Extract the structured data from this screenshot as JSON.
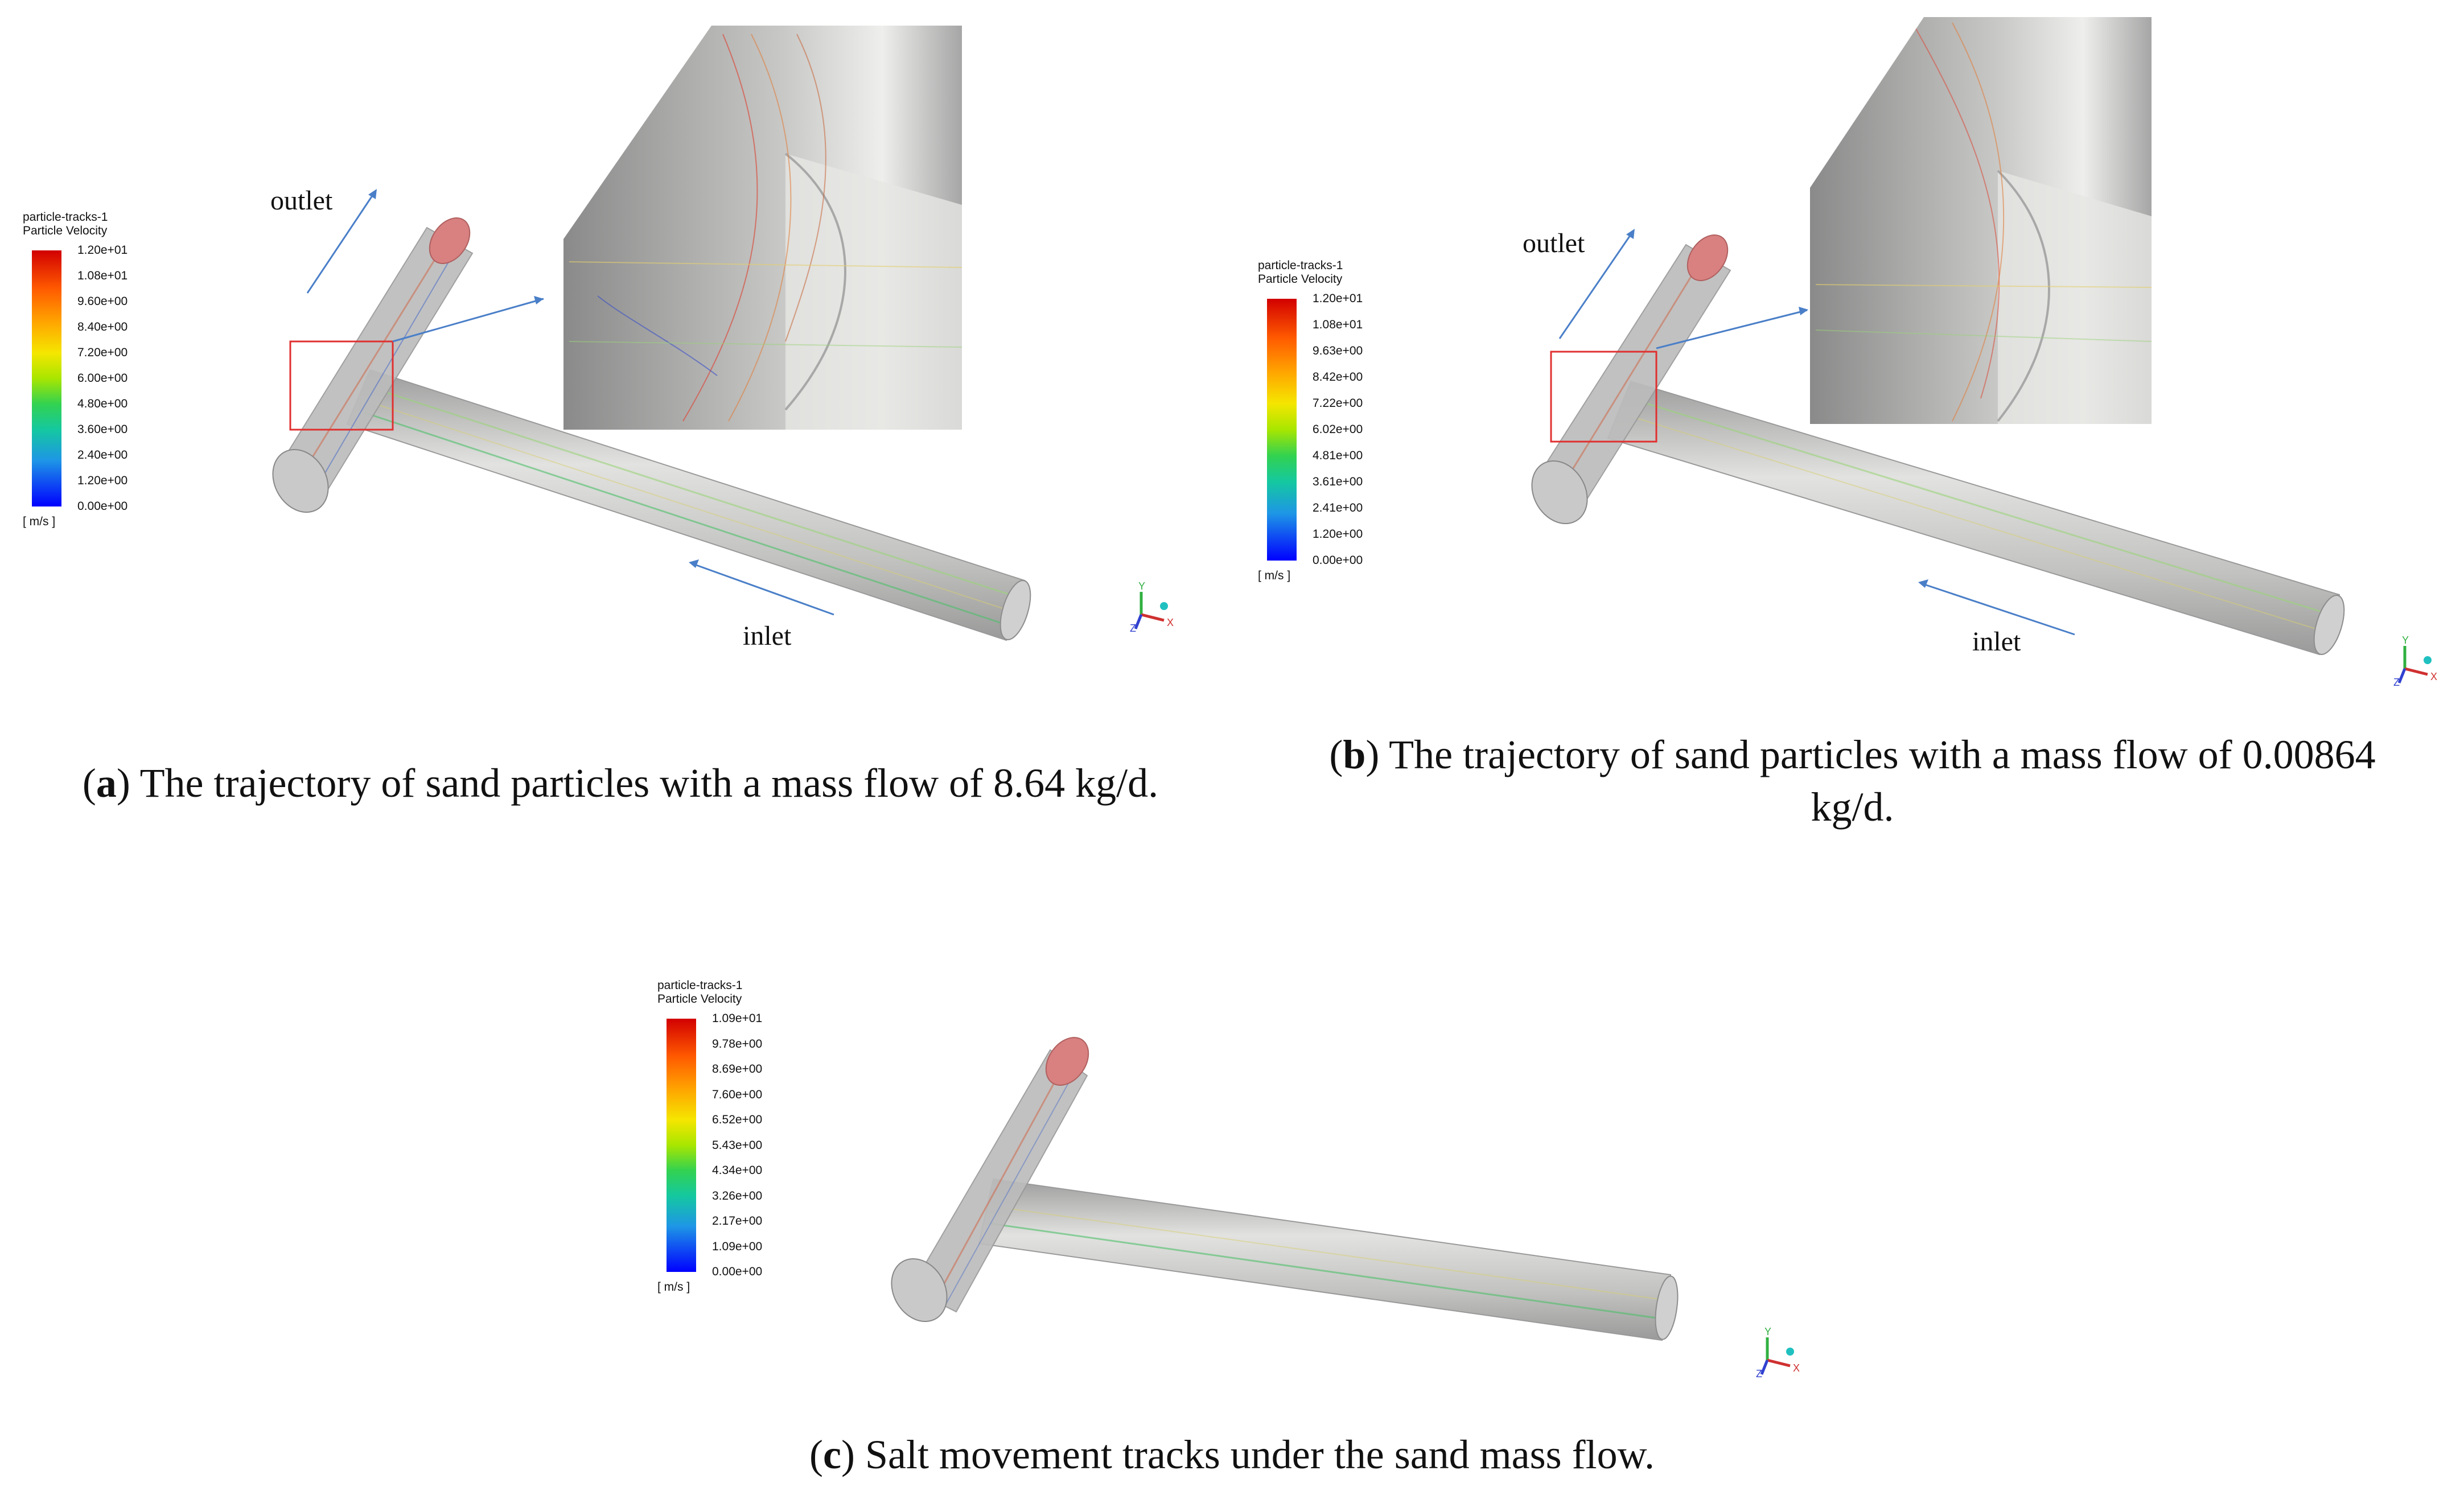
{
  "panels": [
    {
      "id": "a",
      "legend": {
        "title1": "particle-tracks-1",
        "title2": "Particle Velocity",
        "ticks": [
          "1.20e+01",
          "1.08e+01",
          "9.60e+00",
          "8.40e+00",
          "7.20e+00",
          "6.00e+00",
          "4.80e+00",
          "3.60e+00",
          "2.40e+00",
          "1.20e+00",
          "0.00e+00"
        ],
        "unit": "[ m/s ]"
      },
      "outlet_label": "outlet",
      "inlet_label": "inlet",
      "caption_letter": "a",
      "caption_text": "The trajectory of sand particles with a mass flow of 8.64 kg/d."
    },
    {
      "id": "b",
      "legend": {
        "title1": "particle-tracks-1",
        "title2": "Particle Velocity",
        "ticks": [
          "1.20e+01",
          "1.08e+01",
          "9.63e+00",
          "8.42e+00",
          "7.22e+00",
          "6.02e+00",
          "4.81e+00",
          "3.61e+00",
          "2.41e+00",
          "1.20e+00",
          "0.00e+00"
        ],
        "unit": "[ m/s ]"
      },
      "outlet_label": "outlet",
      "inlet_label": "inlet",
      "caption_letter": "b",
      "caption_line1": "The trajectory of sand particles with a mass flow of 0.00864",
      "caption_line2": "kg/d."
    },
    {
      "id": "c",
      "legend": {
        "title1": "particle-tracks-1",
        "title2": "Particle Velocity",
        "ticks": [
          "1.09e+01",
          "9.78e+00",
          "8.69e+00",
          "7.60e+00",
          "6.52e+00",
          "5.43e+00",
          "4.34e+00",
          "3.26e+00",
          "2.17e+00",
          "1.09e+00",
          "0.00e+00"
        ],
        "unit": "[ m/s ]"
      },
      "caption_letter": "c",
      "caption_text": "Salt movement tracks under the sand mass flow."
    }
  ],
  "axis": {
    "x": "X",
    "y": "Y",
    "z": "Z"
  },
  "colors": {
    "pipe": "#c8c8c8",
    "pipe_edge": "#9a9a9a",
    "outlet_cap": "#d98080",
    "zoom_box": "#e03030",
    "arrow": "#4a7fc8"
  }
}
